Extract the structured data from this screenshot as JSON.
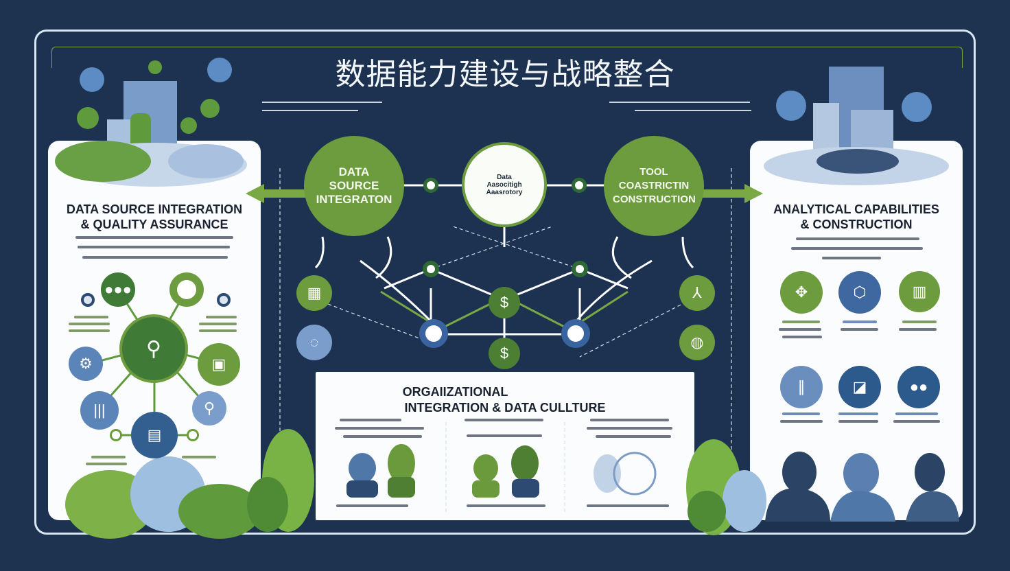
{
  "title": "数据能力建设与战略整合",
  "center_nodes": {
    "left": "DATA SOURCE INTEGRATON",
    "middle": "Data Aasocitigh Aaasrotory",
    "right": "TOOL COASTRICTIN CONSTRUCTION"
  },
  "panels": {
    "left": {
      "title_line1": "DATA SOURCE INTEGRATION",
      "title_line2": "& QUALITY ASSURANCE"
    },
    "right": {
      "title_line1": "ANALYTICAL CAPABILITIES",
      "title_line2": "& CONSTRUCTION"
    },
    "bottom": {
      "title_line1": "ORGAIIZATIONAL",
      "title_line2": "INTEGRATION & DATA CULLTURE"
    }
  },
  "icons": {
    "hub": "org-chart-icon",
    "left_ring": [
      "people-icon",
      "ring-icon",
      "cog-icon",
      "folder-icon",
      "bars-icon",
      "search-icon",
      "document-icon",
      "dot-icon",
      "dot-icon"
    ],
    "right_grid": [
      "puzzle-icon",
      "cube-icon",
      "chart-icon",
      "tools-icon",
      "analytics-icon",
      "team-icon"
    ],
    "diagram": [
      "database-icon",
      "chat-icon",
      "dollar-icon",
      "dollar-icon",
      "network-icon",
      "globe-icon"
    ]
  },
  "colors": {
    "background": "#1e3350",
    "green": "#6b9a3c",
    "dark_green": "#2f6a35",
    "blue": "#4f78a8",
    "panel": "#fbfcfd"
  }
}
